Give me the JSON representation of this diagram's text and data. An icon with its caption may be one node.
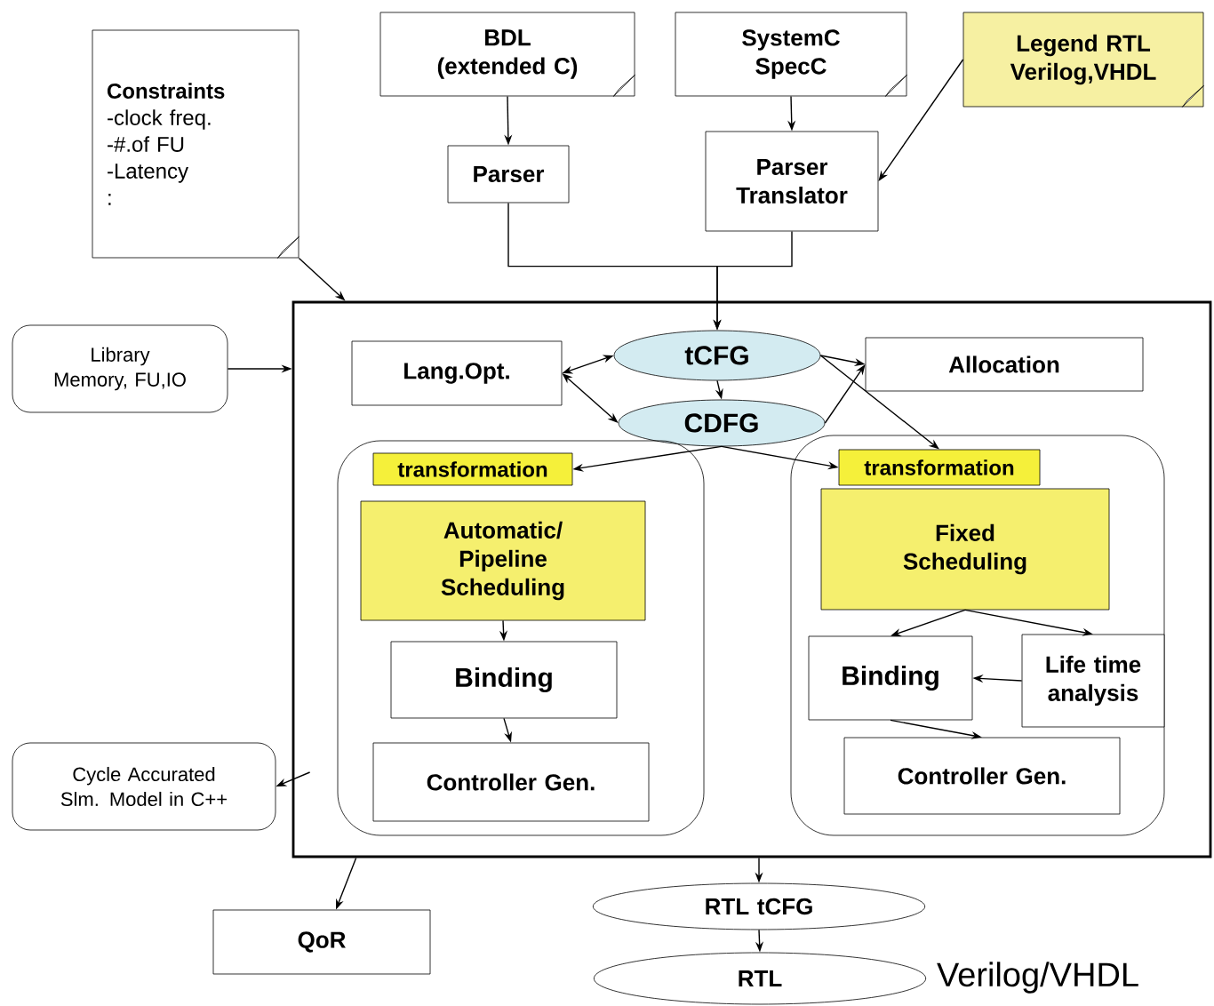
{
  "diagram": {
    "nodes": [
      {
        "text": [
          "Constraints",
          "-clock freq.",
          "-#.of FU",
          "-Latency",
          ":"
        ]
      },
      {
        "text": [
          "BDL (extended C)"
        ]
      },
      {
        "text": [
          "SystemC SpecC"
        ]
      },
      {
        "text": [
          "Legend RTL Verilog,VHDL"
        ]
      },
      {
        "text": [
          "Parser"
        ]
      },
      {
        "text": [
          "Parser Translator"
        ]
      },
      {
        "text": [
          "Library Memory, FU,IO"
        ]
      },
      {
        "text": [],
        "shape": "box"
      },
      {
        "text": [
          "Lang.Opt."
        ],
        "in": 7
      },
      {
        "text": [
          "tCFG"
        ],
        "in": 7
      },
      {
        "text": [
          "CDFG"
        ],
        "in": 7
      },
      {
        "text": [
          "Allocation"
        ],
        "in": 7
      },
      {
        "text": [],
        "shape": "box",
        "in": 7
      },
      {
        "text": [
          "transformation"
        ],
        "in": 12
      },
      {
        "text": [
          "Automatic/ Pipeline Scheduling"
        ],
        "in": 12
      },
      {
        "text": [
          "Binding"
        ],
        "in": 12
      },
      {
        "text": [
          "Controller Gen."
        ],
        "in": 12
      },
      {
        "text": [],
        "shape": "box",
        "in": 7
      },
      {
        "text": [
          "transformation"
        ],
        "in": 17
      },
      {
        "text": [
          "Fixed Scheduling"
        ],
        "in": 17
      },
      {
        "text": [
          "Binding"
        ],
        "in": 17
      },
      {
        "text": [
          "Life time analysis"
        ],
        "in": 17
      },
      {
        "text": [
          "Controller Gen."
        ],
        "in": 17
      },
      {
        "text": [
          "Cycle Accurated Slm. Model in C++"
        ]
      },
      {
        "text": [
          "QoR"
        ]
      },
      {
        "text": [
          "RTL tCFG"
        ]
      },
      {
        "text": [
          "RTL"
        ]
      }
    ],
    "edges": [
      {
        "from": 1,
        "to": 4,
        "arrow": "to"
      },
      {
        "from": 2,
        "to": 5,
        "arrow": "to"
      },
      {
        "from": 3,
        "to": 5,
        "arrow": "to"
      },
      {
        "from": 4,
        "to": 9,
        "arrow": "to"
      },
      {
        "from": 5,
        "to": 9,
        "arrow": "to"
      },
      {
        "from": 0,
        "to": 7,
        "arrow": "to"
      },
      {
        "from": 6,
        "to": 7,
        "arrow": "to"
      },
      {
        "from": 8,
        "to": 9,
        "arrow": "both"
      },
      {
        "from": 8,
        "to": 10,
        "arrow": "both"
      },
      {
        "from": 9,
        "to": 10,
        "arrow": "to"
      },
      {
        "from": 9,
        "to": 11,
        "arrow": "to"
      },
      {
        "from": 10,
        "to": 11,
        "arrow": "to"
      },
      {
        "from": 9,
        "to": 18,
        "arrow": "to"
      },
      {
        "from": 10,
        "to": 13,
        "arrow": "to"
      },
      {
        "from": 10,
        "to": 18,
        "arrow": "to"
      },
      {
        "from": 14,
        "to": 15,
        "arrow": "to"
      },
      {
        "from": 15,
        "to": 16,
        "arrow": "to"
      },
      {
        "from": 19,
        "to": 20,
        "arrow": "to"
      },
      {
        "from": 19,
        "to": 21,
        "arrow": "to"
      },
      {
        "from": 21,
        "to": 20,
        "arrow": "to"
      },
      {
        "from": 20,
        "to": 22,
        "arrow": "to"
      },
      {
        "from": 7,
        "to": 23,
        "arrow": "to"
      },
      {
        "from": 7,
        "to": 24,
        "arrow": "to"
      },
      {
        "from": 7,
        "to": 25,
        "arrow": "to"
      },
      {
        "from": 25,
        "to": 26,
        "arrow": "to"
      }
    ],
    "labels": [
      "Verilog/VHDL"
    ]
  }
}
